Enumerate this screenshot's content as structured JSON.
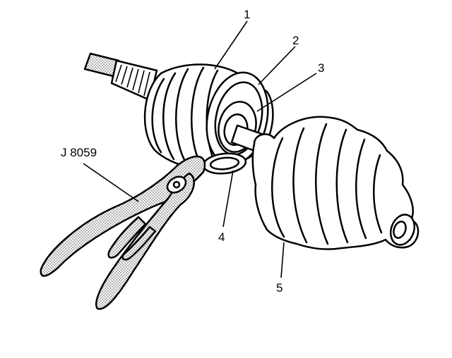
{
  "callouts": {
    "c1": "1",
    "c2": "2",
    "c3": "3",
    "c4": "4",
    "c5": "5",
    "tool": "J 8059"
  }
}
